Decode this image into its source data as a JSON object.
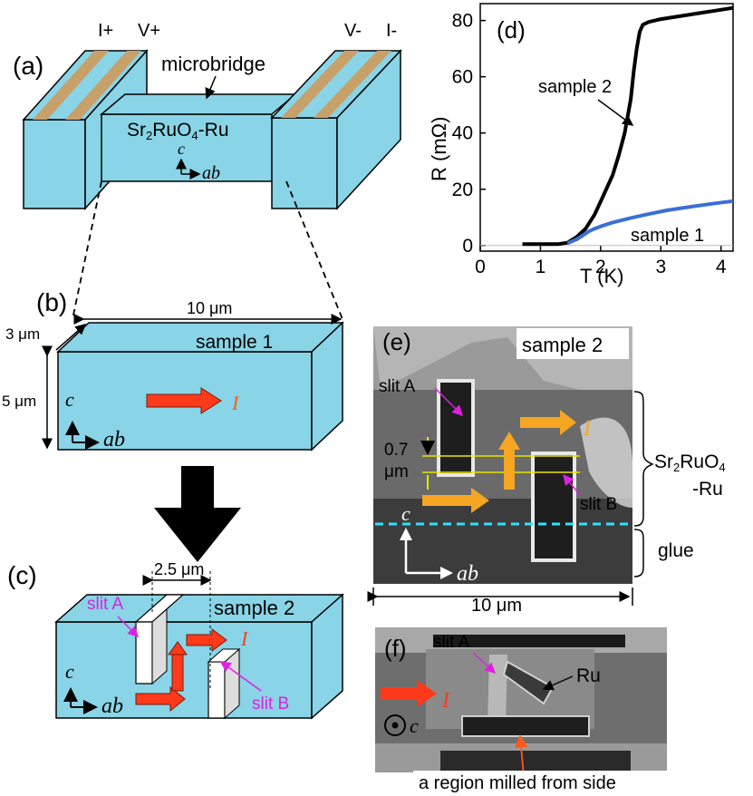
{
  "panels": {
    "a": {
      "label": "(a)",
      "contacts": [
        "I+",
        "V+",
        "V-",
        "I-"
      ],
      "microbridge": "microbridge",
      "material_main": "Sr",
      "material_sub": "2",
      "material_main2": "RuO",
      "material_sub2": "4",
      "material_tail": "-Ru",
      "axis_c": "c",
      "axis_ab": "ab"
    },
    "b": {
      "label": "(b)",
      "width": "10 μm",
      "depth": "3 μm",
      "height": "5 μm",
      "sample": "sample 1",
      "current": "I",
      "axis_c": "c",
      "axis_ab": "ab"
    },
    "c": {
      "label": "(c)",
      "gap": "2.5 μm",
      "sample": "sample 2",
      "slit_a": "slit A",
      "slit_b": "slit B",
      "current": "I",
      "axis_c": "c",
      "axis_ab": "ab"
    },
    "d": {
      "label": "(d)",
      "sample2": "sample 2",
      "sample1": "sample 1"
    },
    "e": {
      "label": "(e)",
      "sample": "sample 2",
      "slit_a": "slit A",
      "slit_b": "slit B",
      "thickness_1": "0.7",
      "thickness_2": "μm",
      "current": "I",
      "region_top_1": "Sr",
      "region_top_sub1": "2",
      "region_top_2": "RuO",
      "region_top_sub2": "4",
      "region_top_3": "-Ru",
      "region_bottom": "glue",
      "axis_c": "c",
      "axis_ab": "ab",
      "width": "10 μm"
    },
    "f": {
      "label": "(f)",
      "slit_a": "slit A",
      "ru": "Ru",
      "current": "I",
      "axis_c": "c",
      "milled": "a region milled from side"
    }
  },
  "colors": {
    "block": "#89d4e6",
    "contact": "#c8a06a",
    "arrow_red": "#ff3a1a",
    "arrow_orange": "#f5a623",
    "magenta": "#e020e0",
    "curve_sample1": "#3a6fd8",
    "curve_sample2": "#000000",
    "dashed_cyan": "#2ee0ff"
  },
  "chart_data": {
    "type": "line",
    "title": "",
    "xlabel": "T (K)",
    "ylabel": "R (mΩ)",
    "xlim": [
      0,
      4.2
    ],
    "ylim": [
      -2,
      86
    ],
    "xticks": [
      0,
      1,
      2,
      3,
      4
    ],
    "yticks": [
      0,
      20,
      40,
      60,
      80
    ],
    "series": [
      {
        "name": "sample 2",
        "color": "#000000",
        "x": [
          0.7,
          1.0,
          1.3,
          1.45,
          1.6,
          1.75,
          1.9,
          2.05,
          2.2,
          2.3,
          2.4,
          2.5,
          2.55,
          2.6,
          2.65,
          2.7,
          2.8,
          3.0,
          3.3,
          3.6,
          3.9,
          4.2
        ],
        "y": [
          0.5,
          0.5,
          0.5,
          1.0,
          3.0,
          6.0,
          11.0,
          18.0,
          25.0,
          32.0,
          40.0,
          52.0,
          62.0,
          70.0,
          76.0,
          78.5,
          79.5,
          80.5,
          81.5,
          82.5,
          83.5,
          84.5
        ]
      },
      {
        "name": "sample 1",
        "color": "#3a6fd8",
        "x": [
          1.45,
          1.6,
          1.7,
          1.8,
          1.9,
          2.0,
          2.2,
          2.5,
          2.8,
          3.1,
          3.5,
          3.9,
          4.2
        ],
        "y": [
          0.8,
          2.2,
          3.5,
          5.0,
          6.0,
          6.8,
          8.2,
          9.8,
          11.2,
          12.5,
          13.8,
          15.0,
          15.8
        ]
      }
    ]
  }
}
